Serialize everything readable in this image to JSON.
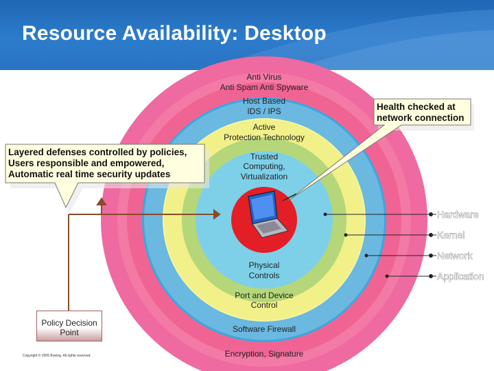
{
  "title": "Resource Availability: Desktop",
  "rings": [
    {
      "label": "Anti Virus\nAnti Spam Anti Spyware",
      "color": "#f06292"
    },
    {
      "label": "Host Based\nIDS / IPS",
      "color": "#3aa8dc"
    },
    {
      "label": "Active\nProtection Technology",
      "color": "#f5f5a0"
    },
    {
      "label": "Trusted\nComputing,\nVirtualization",
      "color": "#b5d77a"
    },
    {
      "label": "Physical\nControls",
      "color": "#7ed0e8"
    },
    {
      "label": "Port and Device\nControl",
      "color": "#f2f089"
    },
    {
      "label": "Software Firewall",
      "color": "#6bb8e0"
    },
    {
      "label": "Encryption, Signature",
      "color": "#ee6aa0"
    }
  ],
  "callouts": {
    "left": [
      "Layered defenses controlled by policies,",
      "Users responsible and empowered,",
      "Automatic real time security updates"
    ],
    "right": [
      "Health checked at",
      "network connection"
    ]
  },
  "legend": [
    "Hardware",
    "Kernel",
    "Network",
    "Application"
  ],
  "policy_decision_point": [
    "Policy Decision",
    "Point"
  ],
  "copyright": "Copyright © 2005 Boeing. All rights reserved."
}
